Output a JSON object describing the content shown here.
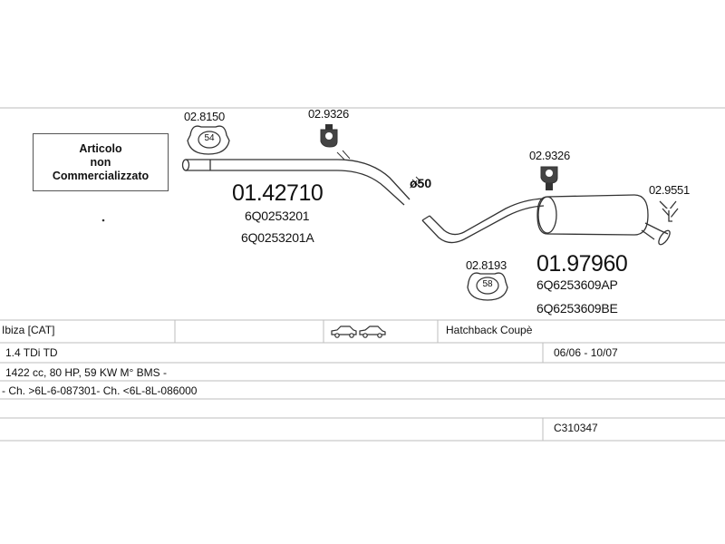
{
  "notice": {
    "lines": [
      "Articolo",
      "non",
      "Commercializzato"
    ]
  },
  "parts": {
    "clamp_a": {
      "code": "02.8150",
      "badge": "54"
    },
    "hanger_a": {
      "code": "02.9326"
    },
    "front_pipe": {
      "code": "01.42710",
      "oem1": "6Q0253201",
      "oem2": "6Q0253201A"
    },
    "diameter": "ø50",
    "hanger_b": {
      "code": "02.9326"
    },
    "tail_clip": {
      "code": "02.9551"
    },
    "clamp_b": {
      "code": "02.8193",
      "badge": "58"
    },
    "rear_silencer": {
      "code": "01.97960",
      "oem1": "6Q6253609AP",
      "oem2": "6Q6253609BE"
    }
  },
  "vehicle": {
    "model": "Ibiza  [CAT]",
    "body": "Hatchback Coupè",
    "engine": "1.4 TDi TD",
    "dates": "06/06 - 10/07",
    "specs": "1422 cc, 80 HP, 59 KW M° BMS -",
    "chassis": "- Ch. >6L-6-087301- Ch. <6L-8L-086000",
    "catalogue": "C310347",
    "icons": [
      "hatchback-car-icon",
      "coupe-car-icon"
    ]
  },
  "colors": {
    "line": "#333333",
    "grid": "#bdbdbd"
  }
}
